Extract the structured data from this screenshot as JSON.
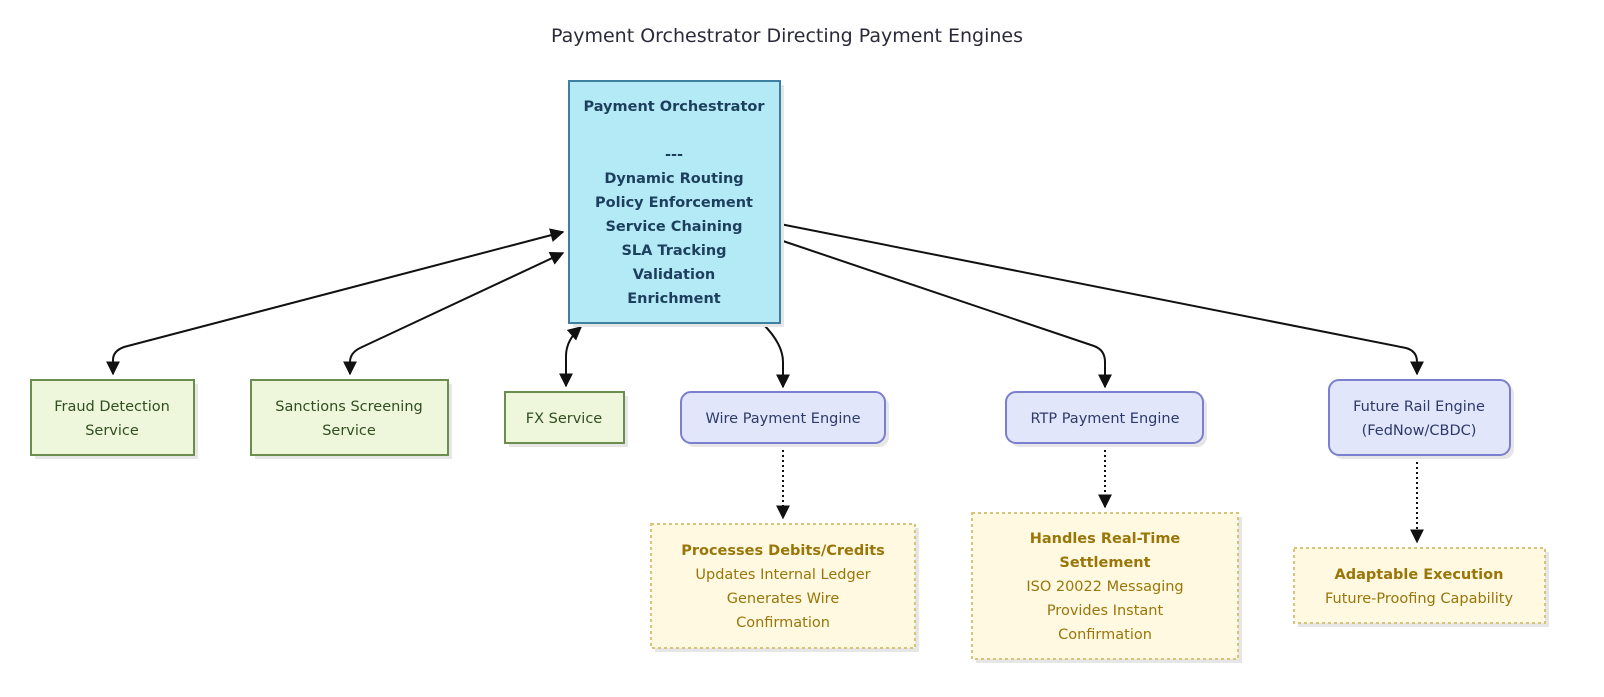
{
  "title": "Payment Orchestrator Directing Payment Engines",
  "orchestrator": {
    "name": "Payment Orchestrator",
    "separator": "---",
    "capabilities": [
      "Dynamic Routing",
      "Policy Enforcement",
      "Service Chaining",
      "SLA Tracking",
      "Validation",
      "Enrichment"
    ]
  },
  "services": [
    {
      "lines": [
        "Fraud Detection",
        "Service"
      ]
    },
    {
      "lines": [
        "Sanctions Screening",
        "Service"
      ]
    },
    {
      "lines": [
        "FX Service"
      ]
    }
  ],
  "engines": [
    {
      "lines": [
        "Wire Payment Engine"
      ]
    },
    {
      "lines": [
        "RTP Payment Engine"
      ]
    },
    {
      "lines": [
        "Future Rail Engine",
        "(FedNow/CBDC)"
      ]
    }
  ],
  "notes": [
    {
      "bold": [
        "Processes Debits/Credits"
      ],
      "lines": [
        "Updates Internal Ledger",
        "Generates Wire",
        "Confirmation"
      ]
    },
    {
      "bold": [
        "Handles Real-Time",
        "Settlement"
      ],
      "lines": [
        "ISO 20022 Messaging",
        "Provides Instant",
        "Confirmation"
      ]
    },
    {
      "bold": [
        "Adaptable Execution"
      ],
      "lines": [
        "Future-Proofing Capability"
      ]
    }
  ],
  "colors": {
    "orchestrator_fill": "#b3eaf5",
    "orchestrator_stroke": "#3f7f9f",
    "service_fill": "#eef6dc",
    "service_stroke": "#6b8e4e",
    "engine_fill": "#e1e6fb",
    "engine_stroke": "#7b7fcf",
    "note_fill": "#fff9e1",
    "note_stroke": "#d8c37a"
  }
}
